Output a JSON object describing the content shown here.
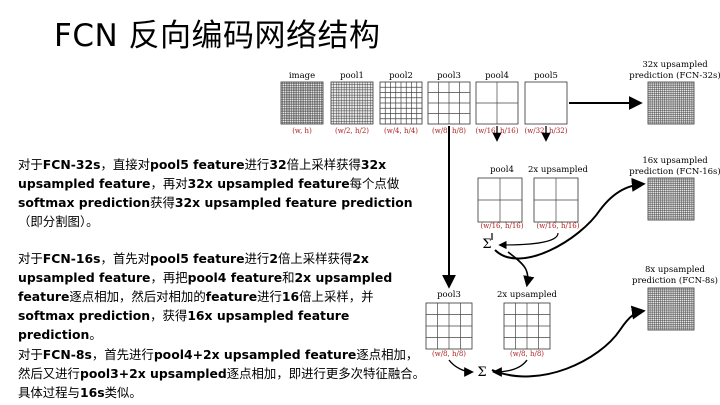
{
  "slide": {
    "title": "FCN 反向编码网络结构"
  },
  "paragraphs": [
    {
      "p1": "对于",
      "b1": "FCN-32s",
      "p2": "，直接对",
      "b2": "pool5 feature",
      "p3": "进行",
      "b3": "32",
      "p4": "倍上采样获得",
      "b4": "32x upsampled feature",
      "p5": "，再对",
      "b5": "32x upsampled feature",
      "p6": "每个点做",
      "b6": "softmax prediction",
      "p7": "获得",
      "b7": "32x upsampled feature prediction",
      "p8": "（即分割图）。"
    },
    {
      "p1": "对于",
      "b1": "FCN-16s",
      "p2": "，首先对",
      "b2": "pool5 feature",
      "p3": "进行",
      "b3": "2",
      "p4": "倍上采样获得",
      "b4": "2x upsampled feature",
      "p5": "，再把",
      "b5": "pool4 feature",
      "p6": "和",
      "b6": "2x upsampled feature",
      "p7": "逐点相加，然后对相加的",
      "b7": "feature",
      "p8": "进行",
      "b8": "16",
      "p9": "倍上采样，并",
      "b9": "softmax prediction",
      "p10": "，获得",
      "b10": "16x upsampled feature prediction",
      "p11": "。"
    },
    {
      "p1": "对于",
      "b1": "FCN-8s",
      "p2": "，首先进行",
      "b2": "pool4+2x upsampled feature",
      "p3": "逐点相加，然后又进行",
      "b3": "pool3+2x upsampled",
      "p4": "逐点相加，即进行更多次特征融合。具体过程与",
      "b4": "16s",
      "p5": "类似。"
    }
  ],
  "diagram": {
    "top_labels": [
      "image",
      "pool1",
      "pool2",
      "pool3",
      "pool4",
      "pool5"
    ],
    "top_dims": [
      {
        "w": "w",
        "h": "h"
      },
      {
        "w": "w/2",
        "h": "h/2"
      },
      {
        "w": "w/4",
        "h": "h/4"
      },
      {
        "w": "w/8",
        "h": "h/8"
      },
      {
        "w": "w/16",
        "h": "h/16"
      },
      {
        "w": "w/32",
        "h": "h/32"
      }
    ],
    "top_grid_divisions": [
      24,
      16,
      8,
      4,
      2,
      1
    ],
    "row2_labels": [
      "pool4",
      "2x upsampled"
    ],
    "row2_dims": [
      {
        "w": "w/16",
        "h": "h/16"
      },
      {
        "w": "w/16",
        "h": "h/16"
      }
    ],
    "row3_labels": [
      "pool3",
      "2x upsampled"
    ],
    "row3_dims": [
      {
        "w": "w/8",
        "h": "h/8"
      },
      {
        "w": "w/8",
        "h": "h/8"
      }
    ],
    "sum_symbol": "Σ",
    "predictions": [
      {
        "line1": "32x upsampled",
        "line2": "prediction (FCN-32s)"
      },
      {
        "line1": "16x upsampled",
        "line2": "prediction (FCN-16s)"
      },
      {
        "line1": "8x upsampled",
        "line2": "prediction (FCN-8s)"
      }
    ],
    "colors": {
      "dim_text": "#b01c1c",
      "grid_stroke": "#333333",
      "arrow": "#000000"
    }
  }
}
